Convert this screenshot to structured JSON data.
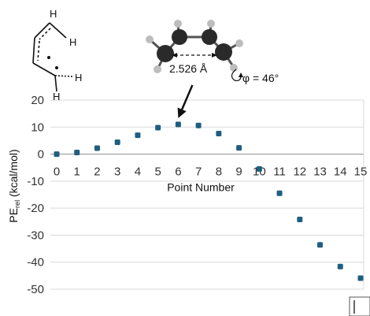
{
  "chart_data": {
    "type": "scatter",
    "title": "",
    "xlabel": "Point Number",
    "ylabel_main": "PE",
    "ylabel_sub": "rel",
    "ylabel_rest": " (kcal/mol)",
    "xlim": [
      0,
      15
    ],
    "ylim": [
      -50,
      20
    ],
    "x_ticks": [
      "0",
      "1",
      "2",
      "3",
      "4",
      "5",
      "6",
      "7",
      "8",
      "9",
      "10",
      "11",
      "12",
      "13",
      "14",
      "15"
    ],
    "y_ticks": [
      "20",
      "10",
      "0",
      "-10",
      "-20",
      "-30",
      "-40",
      "-50"
    ],
    "grid": "horizontal",
    "series": [
      {
        "color": "#1f5e80",
        "x": [
          0,
          1,
          2,
          3,
          4,
          5,
          6,
          7,
          8,
          9,
          10,
          11,
          12,
          13,
          14,
          15
        ],
        "y": [
          0,
          0.6,
          2.2,
          4.4,
          7.0,
          9.8,
          11.0,
          10.6,
          7.6,
          2.3,
          -5.5,
          -14.5,
          -24.2,
          -33.6,
          -41.6,
          -45.9
        ]
      }
    ],
    "annotations": {
      "distance_label": "2.526 Å",
      "angle_label": "φ = 46°",
      "arrow_target_x": 6,
      "arrow_target_y": 11.0
    }
  },
  "structure": {
    "h_top": "H",
    "h_right_upper": "H",
    "h_right_lower": "H",
    "h_bottom": "H"
  },
  "colors": {
    "marker": "#1f5e80",
    "grid": "#d9d9d9",
    "atom_carbon": "#2a2a2a",
    "atom_hydrogen": "#bdbdbd"
  }
}
